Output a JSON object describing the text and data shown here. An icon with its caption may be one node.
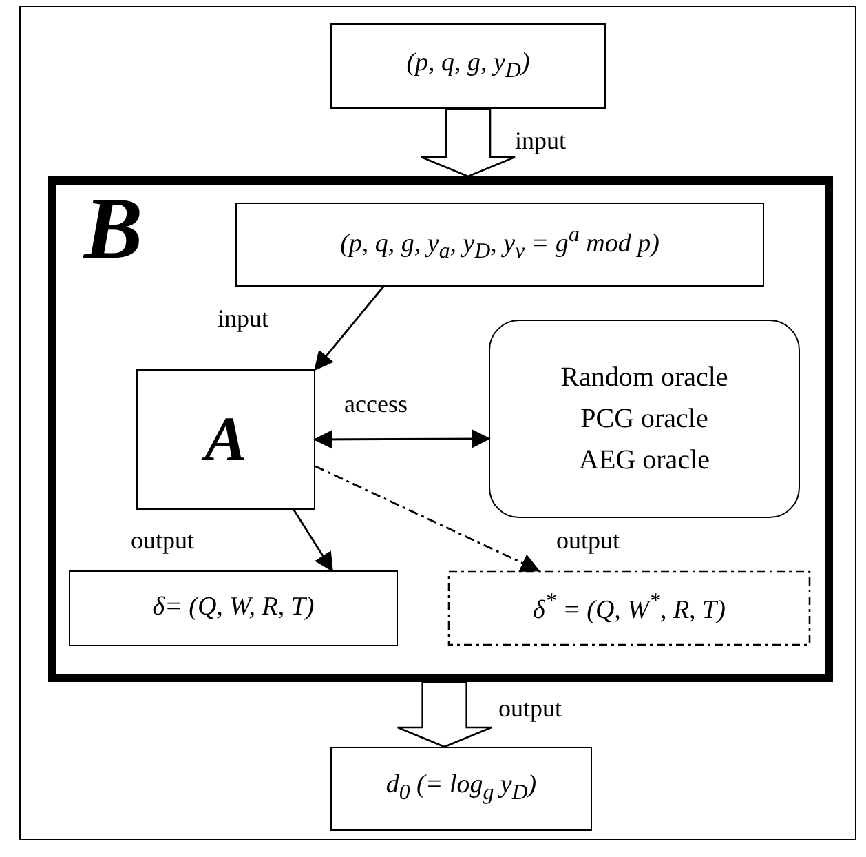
{
  "diagram": {
    "nodes": [
      {
        "text": [
          "(p, q, g, y$_{D}$)"
        ]
      },
      {
        "text": [
          "B"
        ]
      },
      {
        "text": [
          "(p, q, g, y$_{a}$, y$_{D}$, y$_{v}$ = g$^{a}$ mod p)"
        ],
        "in": 1
      },
      {
        "text": [
          "A"
        ],
        "in": 1
      },
      {
        "text": [
          "Random oracle",
          "PCG oracle",
          "AEG oracle"
        ],
        "in": 1
      },
      {
        "text": [
          "δ= (Q, W, R, T)"
        ],
        "in": 1
      },
      {
        "text": [
          "δ$^{*}$ = (Q, W$^{*}$, R, T)"
        ],
        "in": 1
      },
      {
        "text": [
          "d$_{0}$ (= log$_{g}$ y$_{D}$)"
        ]
      }
    ],
    "edges": [
      {
        "from": 0,
        "to": 1,
        "arrow": "to",
        "label": "input",
        "style": "thick"
      },
      {
        "from": 2,
        "to": 3,
        "arrow": "to",
        "label": "input"
      },
      {
        "from": 3,
        "to": 4,
        "arrow": "both",
        "label": "access"
      },
      {
        "from": 3,
        "to": 5,
        "arrow": "to",
        "label": "output"
      },
      {
        "from": 3,
        "to": 6,
        "arrow": "to",
        "label": "output",
        "style": "dashed"
      },
      {
        "from": 1,
        "to": 7,
        "arrow": "to",
        "label": "output",
        "style": "thick"
      }
    ]
  }
}
